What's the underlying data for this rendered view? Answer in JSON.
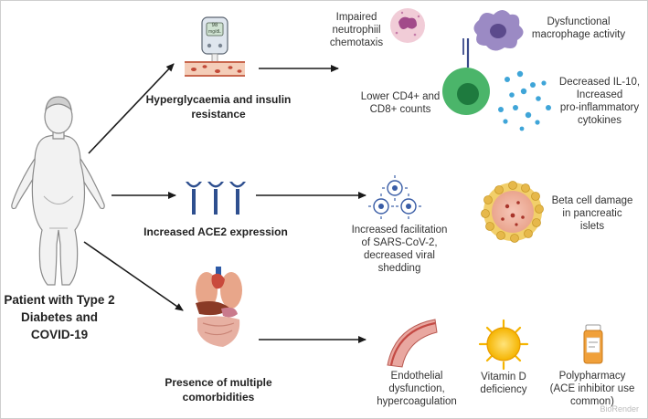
{
  "patient": {
    "label_line1": "Patient with Type 2",
    "label_line2": "Diabetes and",
    "label_line3": "COVID-19"
  },
  "branches": {
    "hyperglycaemia": {
      "line1": "Hyperglycaemia and insulin",
      "line2": "resistance"
    },
    "ace2": {
      "line1": "Increased ACE2 expression"
    },
    "comorbidities": {
      "line1": "Presence of multiple",
      "line2": "comorbidities"
    }
  },
  "effects": {
    "neutrophil": {
      "line1": "Impaired",
      "line2": "neutrophiil",
      "line3": "chemotaxis"
    },
    "macrophage": {
      "line1": "Dysfunctional",
      "line2": "macrophage activity"
    },
    "cd_counts": {
      "line1": "Lower CD4+ and",
      "line2": "CD8+ counts"
    },
    "cytokines": {
      "line1": "Decreased IL-10,",
      "line2": "Increased",
      "line3": "pro-inflammatory",
      "line4": "cytokines"
    },
    "sars": {
      "line1": "Increased facilitation",
      "line2": "of SARS-CoV-2,",
      "line3": "decreased viral",
      "line4": "shedding"
    },
    "beta_cell": {
      "line1": "Beta cell damage",
      "line2": "in pancreatic",
      "line3": "islets"
    },
    "endothelial": {
      "line1": "Endothelial",
      "line2": "dysfunction,",
      "line3": "hypercoagulation"
    },
    "vitamin_d": {
      "line1": "Vitamin D",
      "line2": "deficiency"
    },
    "polypharmacy": {
      "line1": "Polypharmacy",
      "line2": "(ACE inhibitor use",
      "line3": "common)"
    }
  },
  "meter": {
    "display_line1": "98",
    "display_line2": "mg/dL"
  },
  "icons": [
    "person-icon",
    "glucose-meter-icon",
    "blood-vessel-icon",
    "ace2-receptor-icon",
    "organs-icon",
    "neutrophil-icon",
    "macrophage-icon",
    "t-cell-icon",
    "cytokine-dots-icon",
    "virus-icon",
    "pancreatic-islet-icon",
    "artery-icon",
    "sun-icon",
    "pill-bottle-icon"
  ],
  "watermark": "BioRender"
}
